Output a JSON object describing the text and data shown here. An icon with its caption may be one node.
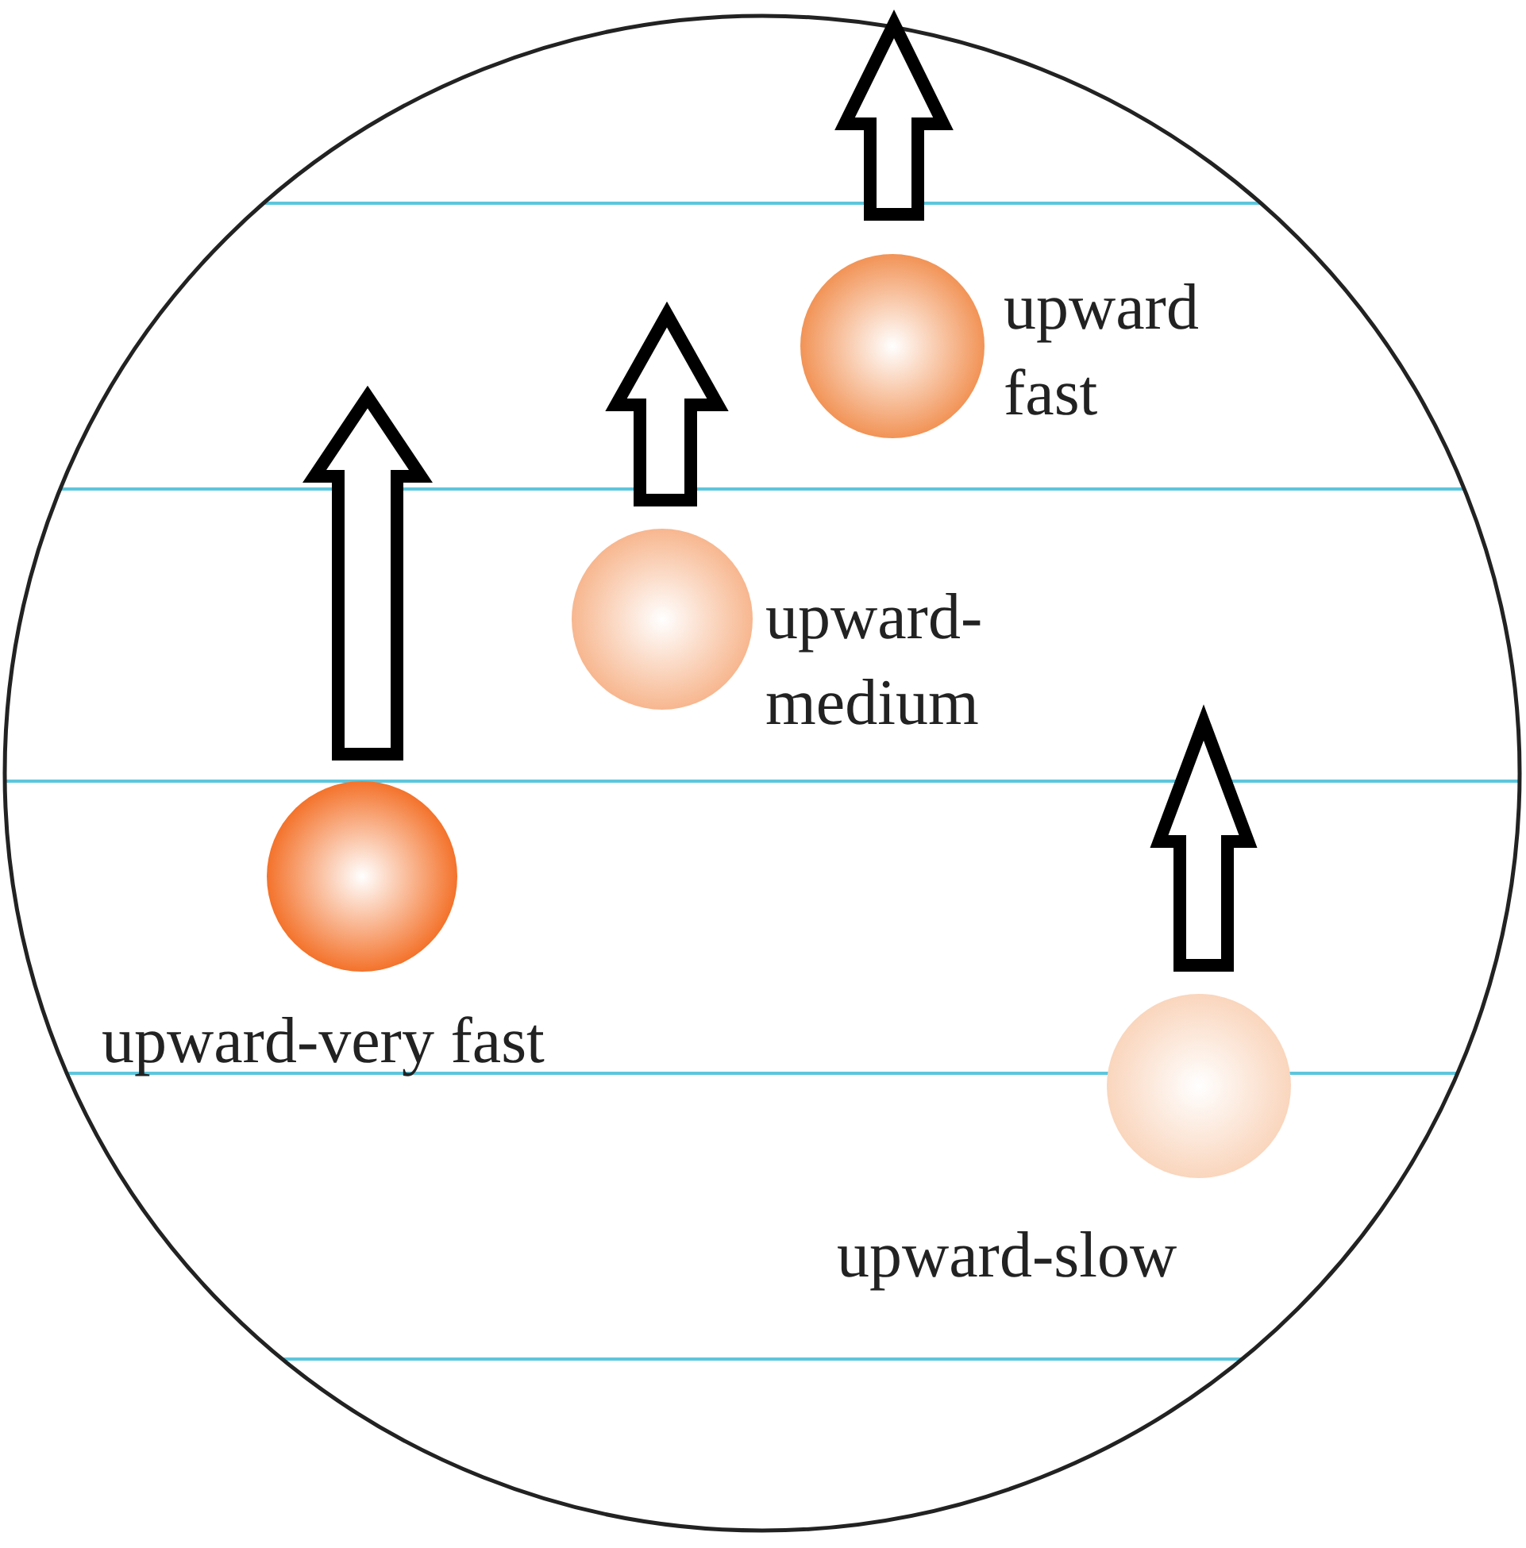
{
  "diagram": {
    "nodes": [
      {
        "text": [],
        "shape": "circle",
        "beside": [
          "upward fast"
        ]
      },
      {
        "text": [],
        "shape": "circle",
        "beside": [
          "upward-medium"
        ]
      },
      {
        "text": [],
        "shape": "circle",
        "beside": [
          "upward-very fast"
        ]
      },
      {
        "text": [],
        "shape": "circle",
        "beside": [
          "upward-slow"
        ]
      }
    ]
  }
}
